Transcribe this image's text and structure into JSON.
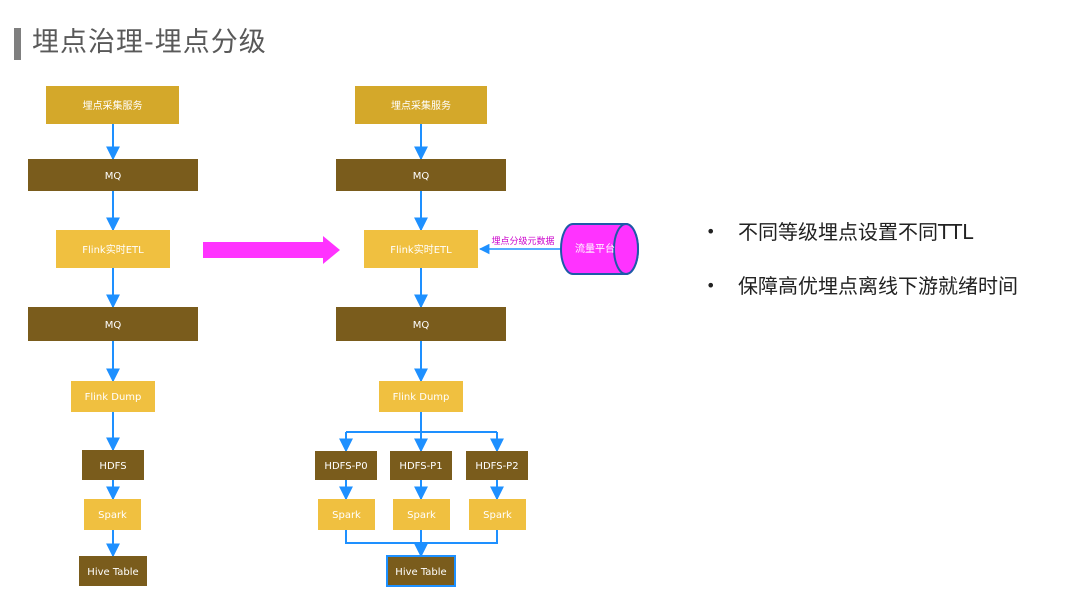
{
  "page": {
    "title": "埋点治理-埋点分级"
  },
  "left_flow": {
    "collect_service": "埋点采集服务",
    "mq_1": "MQ",
    "flink_etl": "Flink实时ETL",
    "mq_2": "MQ",
    "flink_dump": "Flink Dump",
    "hdfs": "HDFS",
    "spark": "Spark",
    "hive_table": "Hive Table"
  },
  "right_flow": {
    "collect_service": "埋点采集服务",
    "mq_1": "MQ",
    "flink_etl": "Flink实时ETL",
    "metadata_label": "埋点分级元数据",
    "traffic_platform": "流量平台",
    "mq_2": "MQ",
    "flink_dump": "Flink Dump",
    "hdfs_p0": "HDFS-P0",
    "hdfs_p1": "HDFS-P1",
    "hdfs_p2": "HDFS-P2",
    "spark_0": "Spark",
    "spark_1": "Spark",
    "spark_2": "Spark",
    "hive_table": "Hive Table"
  },
  "bullets": {
    "bullet_symbol": "•",
    "items": [
      "不同等级埋点设置不同TTL",
      "保障高优埋点离线下游就绪时间"
    ]
  },
  "colors": {
    "gold": "#d4a82a",
    "dark_olive": "#7a5c1c",
    "yellow": "#f0c040",
    "arrow_blue": "#1e90ff",
    "magenta": "#ff33ff",
    "cylinder_stroke": "#1e5aa8"
  }
}
